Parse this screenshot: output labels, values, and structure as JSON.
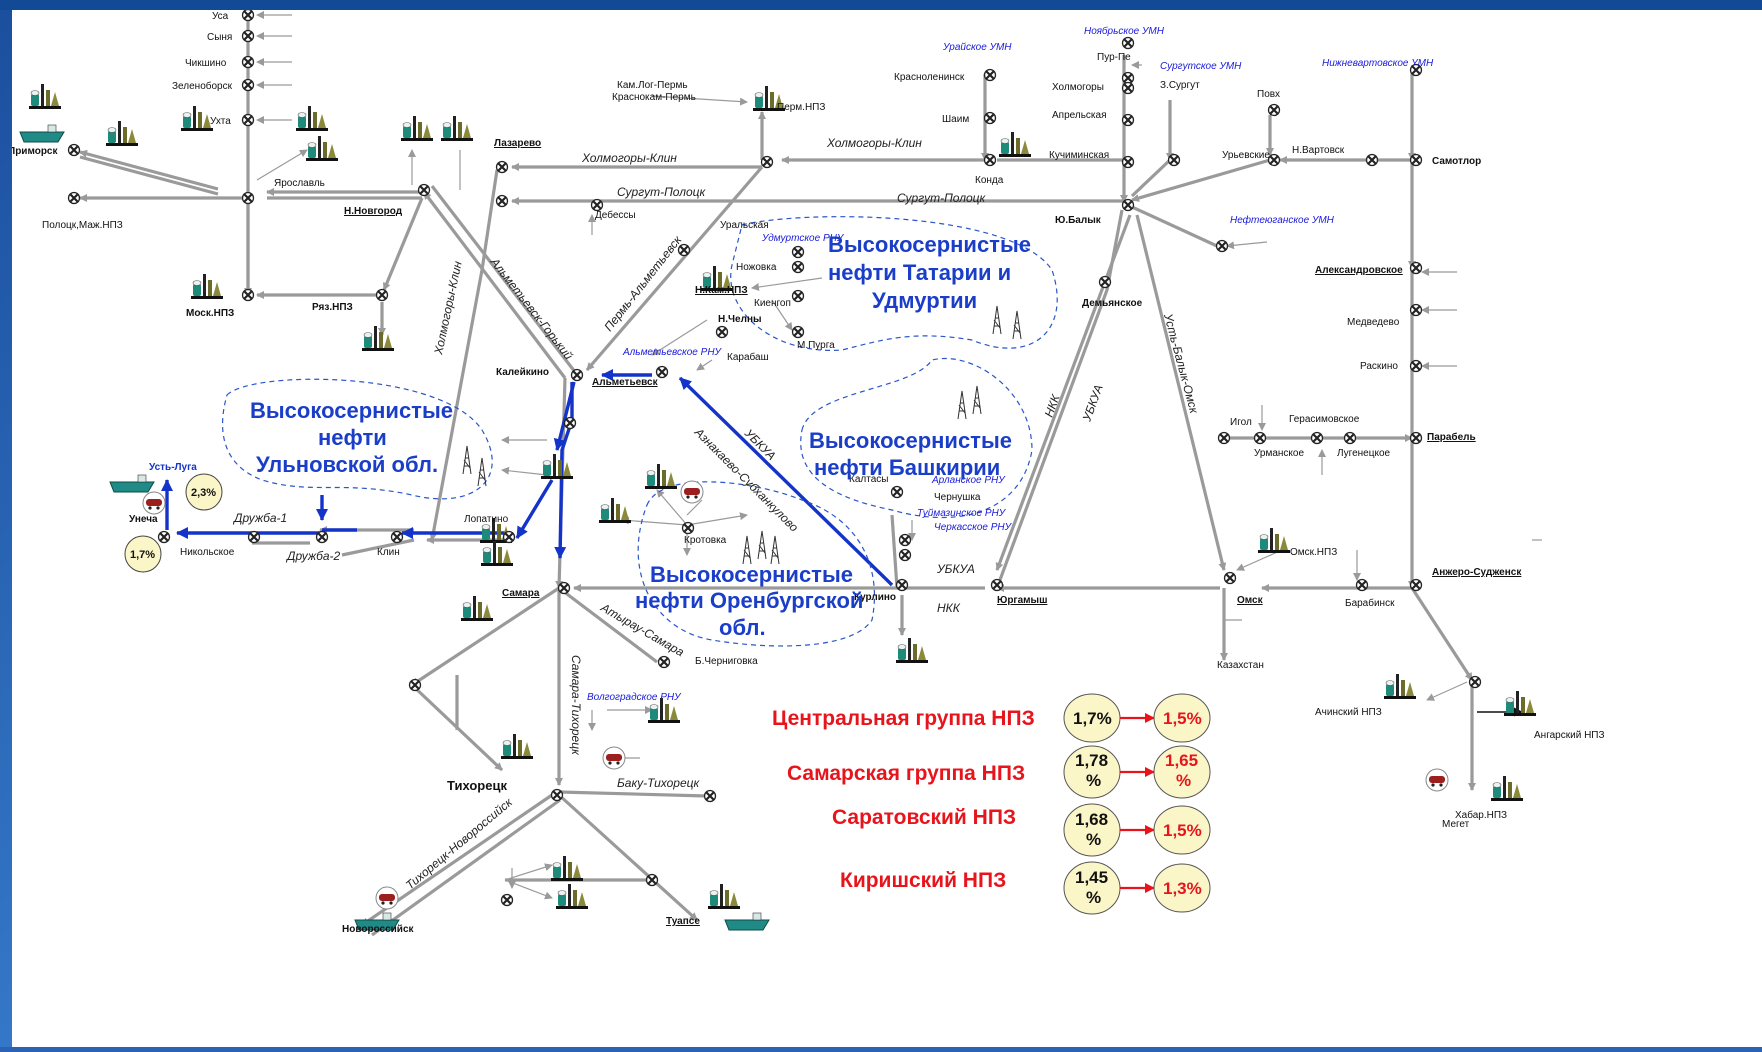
{
  "colors": {
    "pipe": "#9a9a9a",
    "highlight": "#1433c8",
    "groupText": "#e8141c",
    "badge": "#fbf6c8"
  },
  "nodes": {
    "usa": "Уса",
    "synya": "Сыня",
    "chikshino": "Чикшино",
    "zelenoborsk": "Зеленоборск",
    "ukhta": "Ухта",
    "primorsk": "Приморск",
    "polotsk": "Полоцк,Маж.НПЗ",
    "yaroslavl": "Ярославль",
    "nnovgorod": "Н.Новгород",
    "mosk": "Моск.НПЗ",
    "ryaz": "Ряз.НПЗ",
    "lazarevo": "Лазарево",
    "debessy": "Дебессы",
    "kam_log": "Кам.Лог-Пермь",
    "krasnokam": "Краснокам-Пермь",
    "perm_npz": "Перм.НПЗ",
    "krasnoleninsk": "Красноленинск",
    "shaim": "Шаим",
    "konda": "Конда",
    "pur_pe": "Пур-Пе",
    "kholmogory": "Холмогоры",
    "aprelskaya": "Апрельская",
    "kuchiminskaya": "Кучиминская",
    "yu_balyk": "Ю.Балык",
    "z_surgut": "З.Сургут",
    "povkh": "Повх",
    "uryevskie": "Урьевские",
    "n_vartovsk": "Н.Вартовск",
    "samotlor": "Самотлор",
    "uralskaya": "Уральская",
    "nozhovka": "Ножовка",
    "kiengop": "Киенгоп",
    "m_purga": "М.Пурга",
    "n_kam_npz": "Н.Кам.НПЗ",
    "n_chelny": "Н.Челны",
    "karabash": "Карабаш",
    "almetyevsk": "Альметьевск",
    "kaleikino": "Калейкино",
    "demyanskoe": "Демьянское",
    "aleksandrovskoe": "Александровское",
    "medvedevo": "Медведево",
    "raskino": "Раскино",
    "igol": "Игол",
    "gerasimovskoe": "Герасимовское",
    "urmanskoe": "Урманское",
    "luginetskoe": "Лугенецкое",
    "parabel": "Парабель",
    "ust_luga": "Усть-Луга",
    "unecha": "Унеча",
    "nikolskoe": "Никольское",
    "klin": "Клин",
    "lopatino": "Лопатино",
    "krotovka": "Кротовка",
    "kaltasy": "Калтасы",
    "chernushka": "Чернушка",
    "kurlino": "Курлино",
    "yurgamysh": "Юргамыш",
    "omsk_npz": "Омск.НПЗ",
    "omsk": "Омск",
    "barabinsk": "Барабинск",
    "anzhero": "Анжеро-Судженск",
    "kazakhstan": "Казахстан",
    "samara": "Самара",
    "b_chernigovka": "Б.Черниговка",
    "tikhoretsk": "Тихорецк",
    "novorossiysk": "Новороссийск",
    "tuapse": "Туапсе",
    "achinsk": "Ачинский НПЗ",
    "angarsk": "Ангарский НПЗ",
    "khabar": "Хабар.НПЗ",
    "meget": "Мегет"
  },
  "pipelines": {
    "kholmogory_klin_top": "Холмогоры-Клин",
    "kholmogory_klin_mid": "Холмогоры-Клин",
    "kholmogory_klin_vert": "Холмогоры-Клин",
    "surgut_polotsk_a": "Сургут-Полоцк",
    "surgut_polotsk_b": "Сургут-Полоцк",
    "almetyevsk_gorky": "Альметьевск-Горький",
    "perm_almetyevsk": "Пермь-Альметьевск",
    "ubkua_a": "УБКУА",
    "ubkua_b": "УБКУА",
    "ubkua_c": "УБКУА",
    "aznakaevo": "Азнакаево-Субханкулово",
    "nkk_a": "НКК",
    "nkk_b": "НКК",
    "ust_balyk_omsk": "Усть-Балык-Омск",
    "druzhba1": "Дружба-1",
    "druzhba2": "Дружба-2",
    "atyrau_samara": "Атырау-Самара",
    "samara_tikhoretsk": "Самара-Тихорецк",
    "baku_tikhoretsk": "Баку-Тихорецк",
    "tikhoretsk_novoross": "Тихорецк-Новороссийск"
  },
  "rnu": {
    "uray": "Урайское УМН",
    "noyabrsk": "Ноябрьское УМН",
    "surgut": "Сургутское УМН",
    "nizhnevartovsk": "Нижневартовское УМН",
    "nefteyugansk": "Нефтеюганское УМН",
    "udmurt": "Удмуртское РНУ",
    "almetyevsk": "Альметьевское РНУ",
    "arlan": "Арланское РНУ",
    "tuymazy": "Туймазинское РНУ",
    "cherkassy": "Черкасское РНУ",
    "volgograd": "Волгоградское РНУ"
  },
  "regions": {
    "tatar_1": "Высокосернистые",
    "tatar_2": "нефти Татарии и",
    "tatar_3": "Удмуртии",
    "ulyan_1": "Высокосернистые",
    "ulyan_2": "нефти",
    "ulyan_3": "Ульновской обл.",
    "bash_1": "Высокосернистые",
    "bash_2": "нефти Башкирии",
    "oren_1": "Высокосернистые",
    "oren_2": "нефти Оренбургской",
    "oren_3": "обл."
  },
  "badges": {
    "ust_luga": "2,3%",
    "unecha": "1,7%"
  },
  "groups": [
    {
      "name": "Центральная группа НПЗ",
      "from_1": "1,7%",
      "from_2": "",
      "to_1": "1,5%",
      "to_2": ""
    },
    {
      "name": "Самарская группа НПЗ",
      "from_1": "1,78",
      "from_2": "%",
      "to_1": "1,65",
      "to_2": "%"
    },
    {
      "name": "Саратовский НПЗ",
      "from_1": "1,68",
      "from_2": "%",
      "to_1": "1,5%",
      "to_2": ""
    },
    {
      "name": "Киришский НПЗ",
      "from_1": "1,45",
      "from_2": "%",
      "to_1": "1,3%",
      "to_2": ""
    }
  ]
}
